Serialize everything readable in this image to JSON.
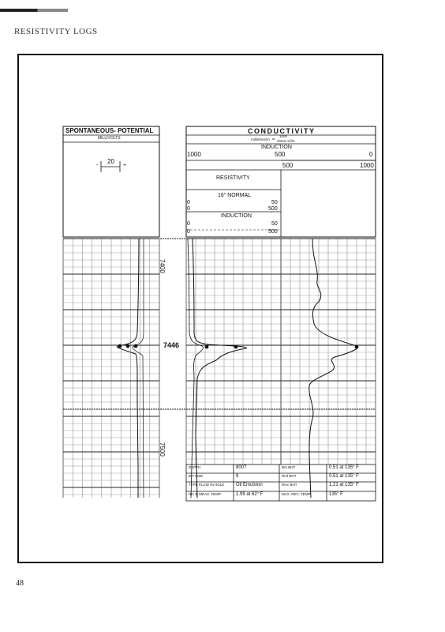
{
  "page": {
    "running_head": "RESISTIVITY LOGS",
    "page_number": "48"
  },
  "sp_panel": {
    "title": "SPONTANEOUS- POTENTIAL",
    "units": "MILLIVOLTS",
    "scale_value": "20",
    "scale_minus": "-",
    "scale_plus": "+"
  },
  "conductivity_panel": {
    "title": "CONDUCTIVITY",
    "units_left": "millimhos/m",
    "units_eq": "=",
    "units_num": "1000",
    "units_den": "ohms m²/m",
    "induction_label": "INDUCTION",
    "scale_left": "1000",
    "scale_mid": "500",
    "scale_right": "0",
    "scale2_left": "500",
    "scale2_right": "1000"
  },
  "resistivity_panel": {
    "title": "RESISTIVITY",
    "normal_label": "16\" NORMAL",
    "normal_scale_1_left": "0",
    "normal_scale_1_right": "50",
    "normal_scale_2_left": "0",
    "normal_scale_2_right": "500",
    "induction_label": "INDUCTION",
    "induction_scale_1_left": "0",
    "induction_scale_1_right": "50",
    "induction_scale_2_left": "0",
    "induction_scale_2_right": "500"
  },
  "depths": {
    "d1": "7400",
    "d2": "7446",
    "d3": "7500"
  },
  "info_table": {
    "rows": [
      [
        "DEPTH",
        "8007",
        "Rm  BHT",
        "0.51  at  135° F"
      ],
      [
        "BIT SIZE",
        "9",
        "Rmf  BHT",
        "0.51  at  135° F"
      ],
      [
        "TYPE FLUID IN HOLE",
        "Oil Emulsion",
        "Rmc  BHT",
        "1.21  at  135° F"
      ],
      [
        "Rm  at  MEAS. TEMP.",
        "1.99  at  62° F",
        "MAX. REC. TEMP.",
        "135° F"
      ]
    ]
  }
}
